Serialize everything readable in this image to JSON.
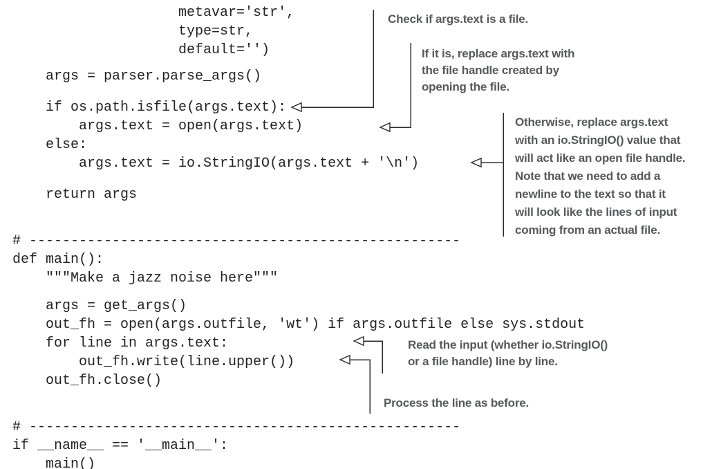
{
  "colors": {
    "code_text": "#232323",
    "annotation_text": "#57585b",
    "connector": "#2b2b2b",
    "background": "#ffffff"
  },
  "code": {
    "language": "python",
    "segments": [
      {
        "name": "argparse-continuation",
        "lines": [
          "                    metavar='str',",
          "                    type=str,",
          "                    default='')"
        ]
      },
      {
        "name": "parse-args",
        "lines": [
          "    args = parser.parse_args()"
        ]
      },
      {
        "name": "file-check",
        "lines": [
          "    if os.path.isfile(args.text):",
          "        args.text = open(args.text)",
          "    else:",
          "        args.text = io.StringIO(args.text + '\\n')"
        ]
      },
      {
        "name": "return-args",
        "lines": [
          "    return args"
        ]
      },
      {
        "name": "main-def",
        "lines": [
          "# ----------------------------------------------------",
          "def main():",
          "    \"\"\"Make a jazz noise here\"\"\""
        ]
      },
      {
        "name": "main-body",
        "lines": [
          "    args = get_args()",
          "    out_fh = open(args.outfile, 'wt') if args.outfile else sys.stdout",
          "    for line in args.text:",
          "        out_fh.write(line.upper())",
          "    out_fh.close()"
        ]
      },
      {
        "name": "entrypoint",
        "lines": [
          "# ----------------------------------------------------",
          "if __name__ == '__main__':",
          "    main()"
        ]
      }
    ]
  },
  "annotations": [
    {
      "id": "check-file",
      "lines": [
        "Check if args.text is a file."
      ]
    },
    {
      "id": "replace-with-file-handle",
      "lines": [
        "If it is, replace args.text with",
        "the file handle created by",
        "opening the file."
      ]
    },
    {
      "id": "otherwise-stringio",
      "lines": [
        "Otherwise, replace args.text",
        "with an io.StringIO() value that",
        "will act like an open file handle.",
        "Note that we need to add a",
        "newline to the text so that it",
        "will look like the lines of input",
        "coming from an actual file."
      ]
    },
    {
      "id": "read-input",
      "lines": [
        "Read the input (whether io.StringIO()",
        "or a file handle) line by line."
      ]
    },
    {
      "id": "process-line",
      "lines": [
        "Process the line as before."
      ]
    }
  ]
}
